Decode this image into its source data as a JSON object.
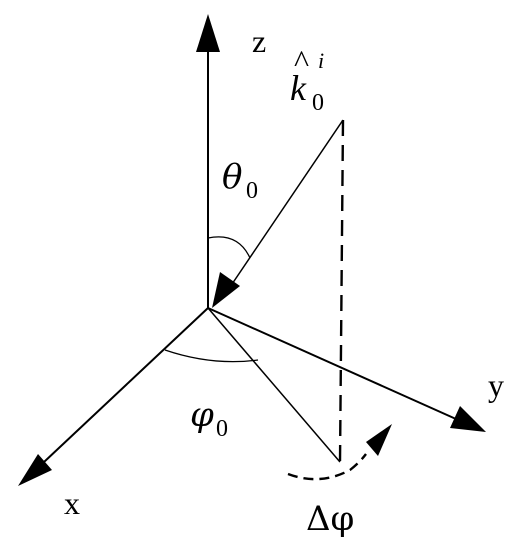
{
  "labels": {
    "z_axis": "z",
    "y_axis": "y",
    "x_axis": "x",
    "k_symbol": "k",
    "k_hat": "^",
    "k_sup": "i",
    "k_sub": "0",
    "theta_symbol": "θ",
    "theta_sub": "0",
    "phi_symbol": "φ",
    "phi_sub": "0",
    "delta_phi": "Δφ"
  },
  "colors": {
    "stroke": "#000000",
    "background": "#ffffff"
  }
}
